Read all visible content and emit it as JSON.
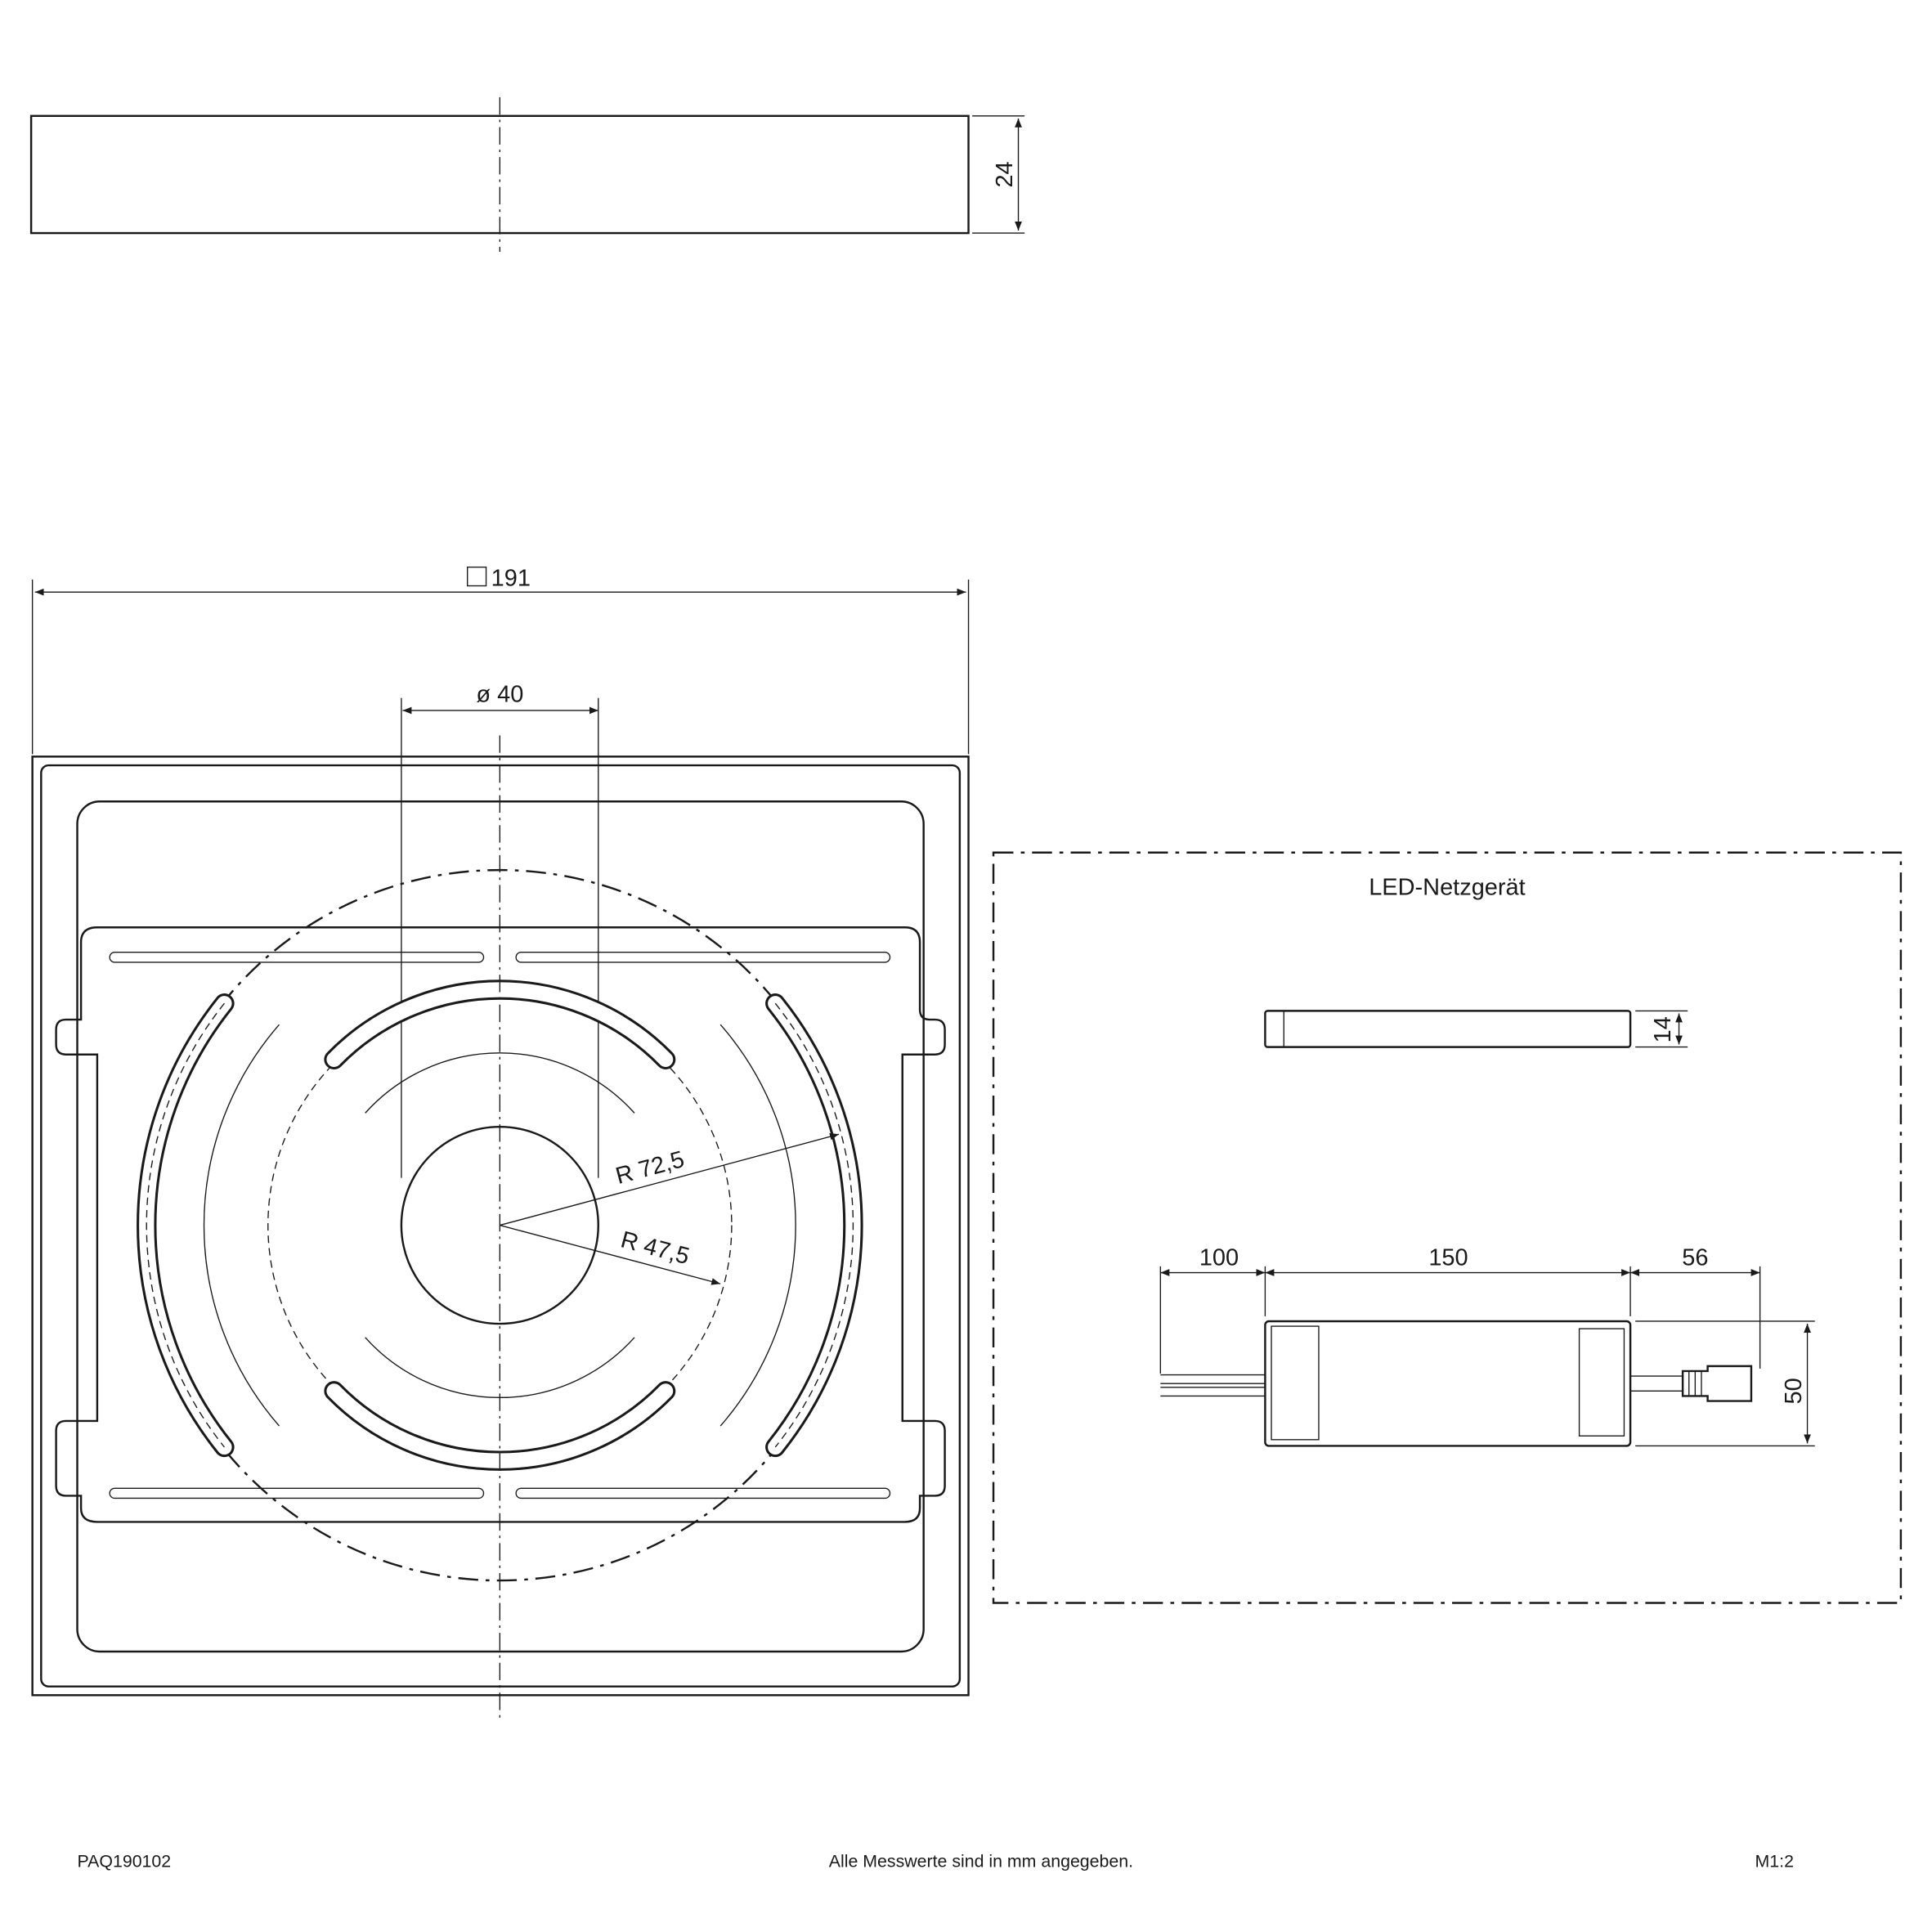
{
  "drawing": {
    "dimensions": {
      "height": "24",
      "width": "191",
      "hole_diameter": "ø 40",
      "radius_outer": "R 72,5",
      "radius_inner": "R 47,5"
    },
    "power_supply": {
      "title": "LED-Netzgerät",
      "height": "14",
      "cable_in": "100",
      "length": "150",
      "cable_out": "56",
      "width": "50"
    }
  },
  "footer": {
    "article": "PAQ190102",
    "note": "Alle Messwerte sind in mm angegeben.",
    "scale": "M1:2"
  }
}
